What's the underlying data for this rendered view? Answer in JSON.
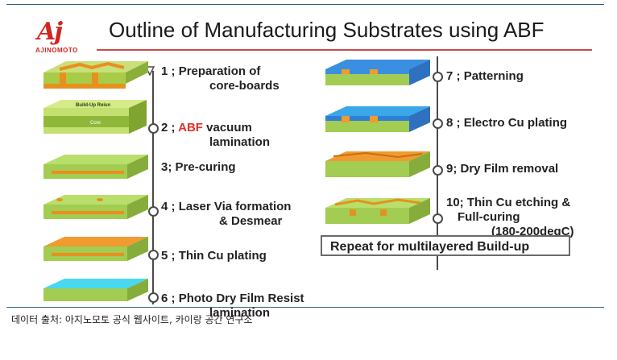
{
  "title": "Outline of Manufacturing Substrates using ABF",
  "logo": {
    "mark": "Aj",
    "name": "AJINOMOTO"
  },
  "steps_left": [
    {
      "num": "1 ;",
      "line1": "Preparation of",
      "line2": "core-boards"
    },
    {
      "num": "2 ;",
      "accent": "ABF",
      "line1": " vacuum",
      "line2": "lamination"
    },
    {
      "num": "3;",
      "line1": "Pre-curing",
      "line2": ""
    },
    {
      "num": "4 ;",
      "line1": "Laser Via formation",
      "line2": "& Desmear"
    },
    {
      "num": "5 ;",
      "line1": "Thin Cu plating",
      "line2": ""
    },
    {
      "num": "6 ;",
      "line1": "Photo Dry Film Resist",
      "line2": "lamination"
    }
  ],
  "steps_right": [
    {
      "num": "7 ;",
      "line1": "Patterning",
      "line2": "",
      "line3": ""
    },
    {
      "num": "8 ;",
      "line1": "Electro Cu plating",
      "line2": "",
      "line3": ""
    },
    {
      "num": "9;",
      "line1": "Dry Film removal",
      "line2": "",
      "line3": ""
    },
    {
      "num": "10;",
      "line1": "Thin Cu etching &",
      "line2": "Full-curing",
      "line3": "(180-200degC)"
    }
  ],
  "layer_labels": {
    "build_up": "Build-Up Reisn",
    "core": "Core"
  },
  "repeat_note": "Repeat for multilayered Build-up",
  "caption": "데이터 출처: 아지노모토 공식 웹사이트, 카이랑 공간 연구소",
  "colors": {
    "accent_red": "#e0312a",
    "brand_red": "#d0261f",
    "cu_orange": "#f0901e",
    "resin_green": "#b8e06a",
    "film_cyan": "#44d8f0",
    "film_blue": "#2f7fd8"
  }
}
